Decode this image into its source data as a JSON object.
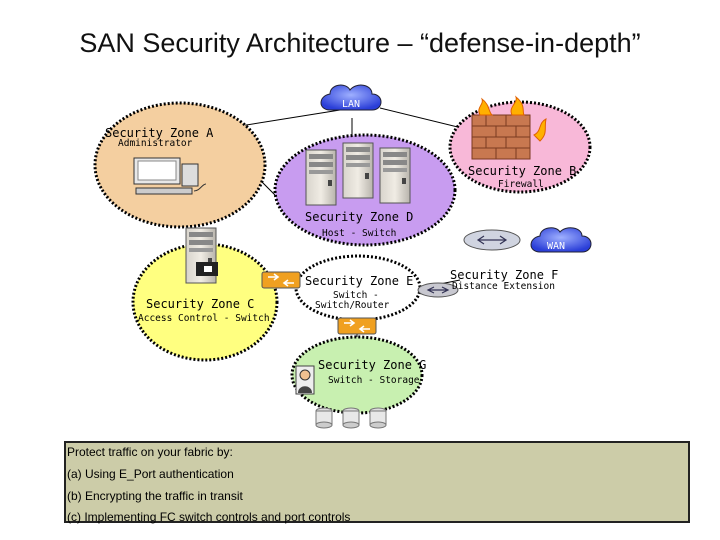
{
  "title": "SAN Security Architecture – “defense-in-depth”",
  "clouds": {
    "lan": "LAN",
    "wan": "WAN"
  },
  "zones": {
    "a": {
      "name": "Security Zone A",
      "sub": "Administrator"
    },
    "b": {
      "name": "Security Zone B",
      "sub": "Firewall"
    },
    "c": {
      "name": "Security Zone C",
      "sub": "Access Control - Switch"
    },
    "d": {
      "name": "Security Zone D",
      "sub": "Host - Switch"
    },
    "e": {
      "name": "Security Zone E",
      "sub_line1": "Switch -",
      "sub_line2": "Switch/Router"
    },
    "f": {
      "name": "Security Zone F",
      "sub": "Distance Extension"
    },
    "g": {
      "name": "Security Zone G",
      "sub": "Switch - Storage"
    }
  },
  "notes": {
    "heading": "Protect traffic on your fabric by:",
    "items": [
      "(a) Using E_Port authentication",
      "(b) Encrypting the traffic in transit",
      "(c) Implementing FC switch controls and port controls"
    ]
  },
  "colors": {
    "zone_a": "#f4cfa0",
    "zone_b": "#f8b8d8",
    "zone_c": "#ffff80",
    "zone_d": "#c89cf0",
    "zone_e": "#ffffff",
    "zone_g": "#c8f0b0",
    "cloud": "#3a50e0",
    "switch": "#f0a020",
    "notes_bg": "#cccca8"
  }
}
